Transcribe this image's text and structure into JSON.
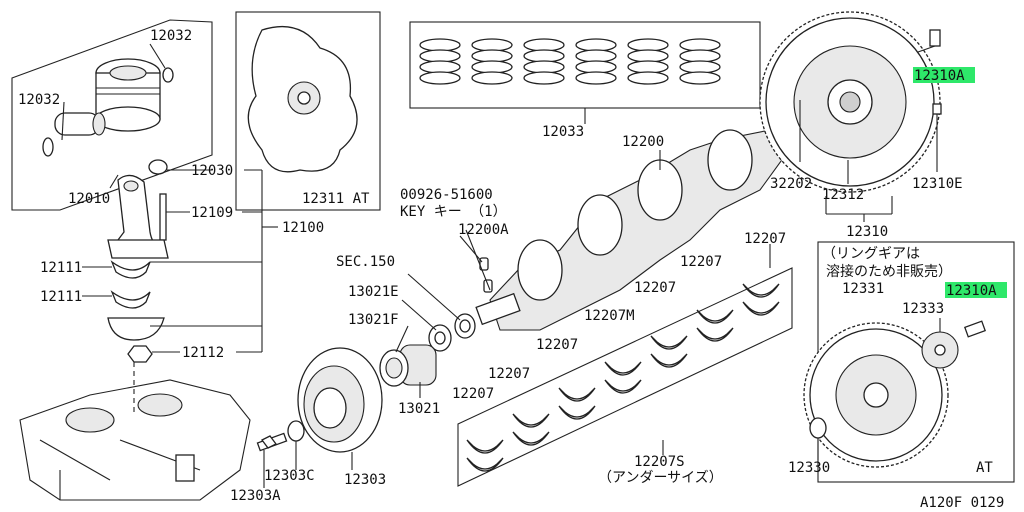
{
  "labels": {
    "p12032_top": "12032",
    "p12032_left": "12032",
    "p12010": "12010",
    "p12030": "12030",
    "p12109": "12109",
    "p12100": "12100",
    "p12111_a": "12111",
    "p12111_b": "12111",
    "p12112": "12112",
    "p12311": "12311 AT",
    "p12033": "12033",
    "p12200": "12200",
    "key_code": "00926-51600",
    "key_label": "KEY キー （1）",
    "p12200A": "12200A",
    "sec150": "SEC.150",
    "p13021E": "13021E",
    "p13021F": "13021F",
    "p13021": "13021",
    "p12207_top": "12207",
    "p12207_b": "12207",
    "p12207_c": "12207",
    "p12207M": "12207M",
    "p12207_d": "12207",
    "p12207_e": "12207",
    "p12207_f": "12207",
    "p12207S": "12207S",
    "p12207S_note": "（アンダーサイズ）",
    "p12303": "12303",
    "p12303C": "12303C",
    "p12303A": "12303A",
    "p12310A_top": "12310A",
    "p12310E": "12310E",
    "p32202": "32202",
    "p12312": "12312",
    "p12310": "12310",
    "ring_note_1": "（リングギアは",
    "ring_note_2": "溶接のため非販売）",
    "p12331": "12331",
    "p12333": "12333",
    "p12310A_bottom": "12310A",
    "p12330": "12330",
    "at_label": "AT",
    "figure_code": "A120F 0129"
  },
  "colors": {
    "highlight": "#2ee86a",
    "line": "#222222"
  }
}
